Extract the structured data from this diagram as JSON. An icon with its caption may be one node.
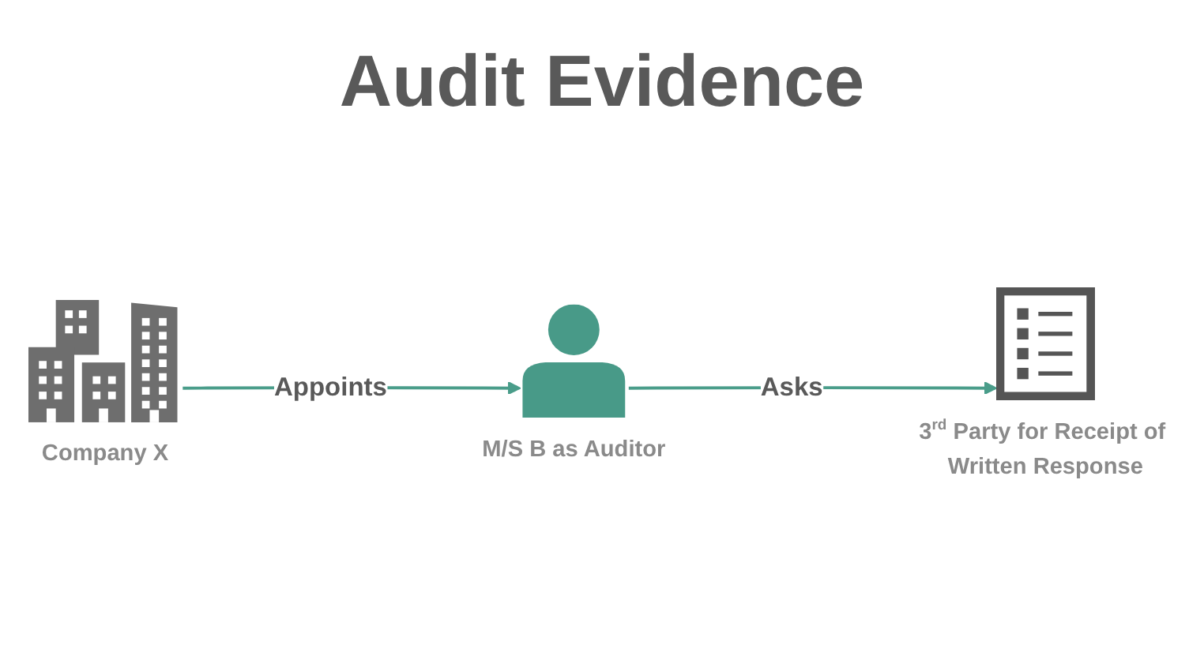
{
  "diagram": {
    "title": "Audit Evidence",
    "nodes": [
      {
        "text": [
          "Company X"
        ]
      },
      {
        "text": [
          "M/S B as Auditor"
        ]
      },
      {
        "text": [
          "3$^{rd}$ Party for Receipt of Written Response"
        ]
      }
    ],
    "edges": [
      {
        "from": 0,
        "to": 1,
        "arrow": "to",
        "label": "Appoints"
      },
      {
        "from": 1,
        "to": 2,
        "arrow": "to",
        "label": "Asks"
      }
    ]
  }
}
